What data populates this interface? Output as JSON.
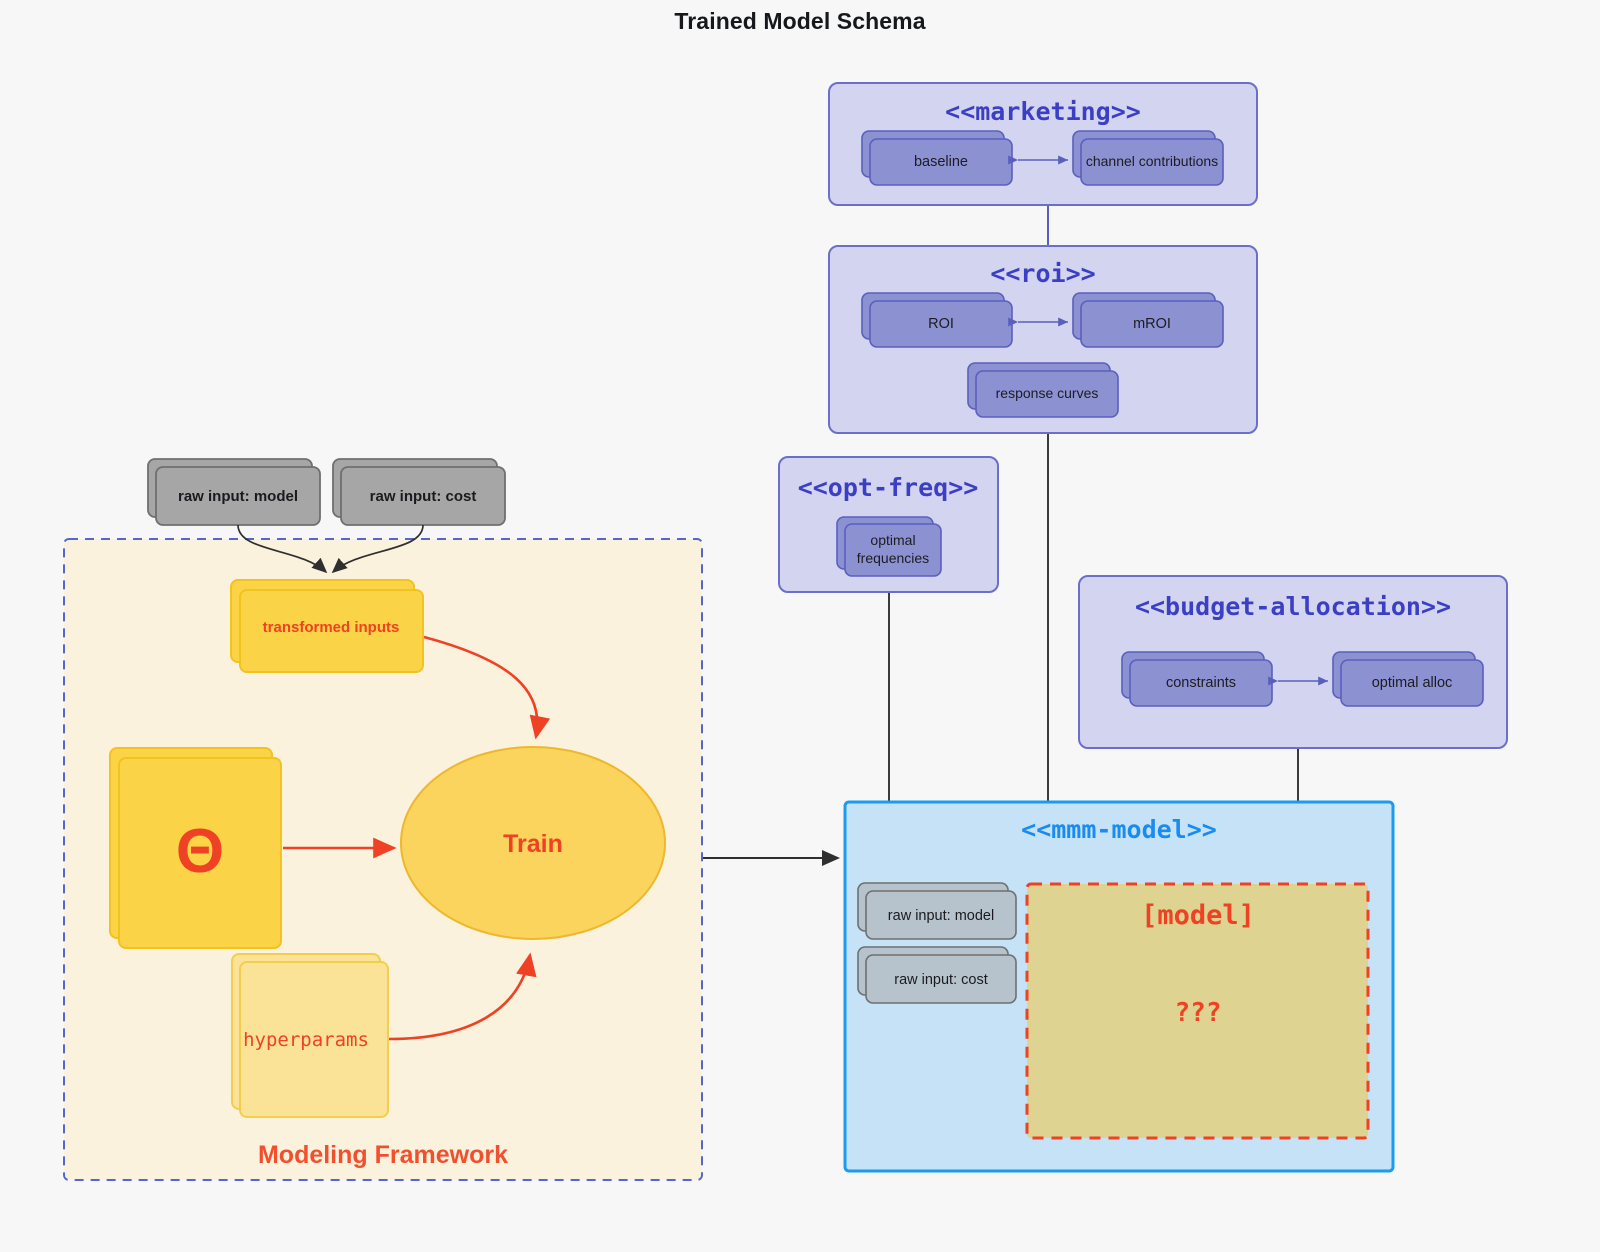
{
  "title": "Trained Model Schema",
  "colors": {
    "canvas_bg": "#f7f7f7",
    "package_purple_fill": "#d3d4ef",
    "package_purple_stroke": "#6b6fc9",
    "node_purple_fill": "#8c91d2",
    "node_purple_stroke": "#5a5fbe",
    "package_blue_fill": "#c5e2f7",
    "package_blue_stroke": "#1a9cf0",
    "title_blue": "#1a8cf0",
    "title_purple": "#3b3fc4",
    "gray_node_fill": "#a6a6a6",
    "gray_node_stroke": "#6f6f6f",
    "gray_blue_node_fill": "#b6c3cd",
    "framework_fill": "#fbf2dd",
    "framework_stroke": "#5566cc",
    "yellow_strong_fill": "#fad346",
    "yellow_strong_stroke": "#f2c21f",
    "yellow_soft_fill": "#fae397",
    "yellow_soft_stroke": "#f3ce4e",
    "ellipse_fill": "#fbd45e",
    "ellipse_stroke": "#eeb72c",
    "olive_fill": "#ded390",
    "red_accent": "#ef4123",
    "framework_label": "#f1502f",
    "connector_gray": "#3b3b3b"
  },
  "packages": {
    "marketing": {
      "title": "<<marketing>>",
      "nodes": [
        {
          "label": "baseline"
        },
        {
          "label": "channel contributions"
        }
      ]
    },
    "roi": {
      "title": "<<roi>>",
      "nodes": [
        {
          "label": "ROI"
        },
        {
          "label": "mROI"
        },
        {
          "label": "response curves"
        }
      ]
    },
    "opt_freq": {
      "title": "<<opt-freq>>",
      "nodes": [
        {
          "label_line1": "optimal",
          "label_line2": "frequencies"
        }
      ]
    },
    "budget_allocation": {
      "title": "<<budget-allocation>>",
      "nodes": [
        {
          "label": "constraints"
        },
        {
          "label": "optimal alloc"
        }
      ]
    },
    "mmm_model": {
      "title": "<<mmm-model>>",
      "inputs": [
        {
          "label": "raw input: model"
        },
        {
          "label": "raw input: cost"
        }
      ],
      "placeholder": {
        "title": "[model]",
        "body": "???"
      }
    }
  },
  "framework": {
    "label": "Modeling Framework",
    "external_inputs": [
      {
        "label": "raw input: model"
      },
      {
        "label": "raw input: cost"
      }
    ],
    "nodes": {
      "transformed_inputs": "transformed inputs",
      "theta": "Θ",
      "hyperparams": "hyperparams",
      "train": "Train"
    }
  }
}
